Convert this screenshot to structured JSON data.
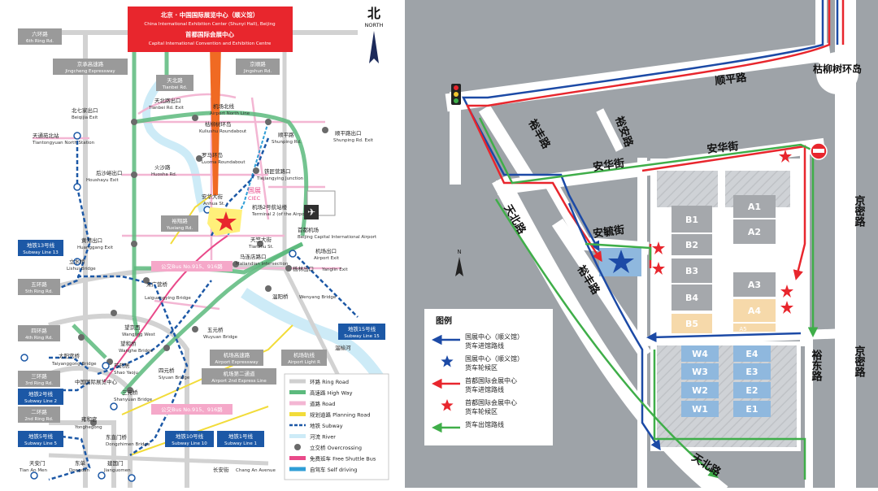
{
  "left_map": {
    "header": {
      "line1": "北京 · 中国国际展览中心（顺义馆）",
      "line2": "China International Exhibition Center (Shunyi Hall), Beijing",
      "line3": "首都国际会展中心",
      "line4": "Capital International Convention and Exhibition Centre"
    },
    "north": {
      "cn": "北",
      "en": "NORTH"
    },
    "ring_tags": [
      {
        "cn": "六环路",
        "en": "6th Ring Rd."
      },
      {
        "cn": "五环路",
        "en": "5th Ring Rd."
      },
      {
        "cn": "四环路",
        "en": "4th Ring Rd."
      },
      {
        "cn": "三环路",
        "en": "3rd Ring Rd."
      },
      {
        "cn": "二环路",
        "en": "2nd Ring Rd."
      }
    ],
    "subway_tags": [
      {
        "cn": "地铁13号线",
        "en": "Subway Line 13"
      },
      {
        "cn": "地铁2号线",
        "en": "Subway Line 2"
      },
      {
        "cn": "地铁5号线",
        "en": "Subway Line 5"
      },
      {
        "cn": "地铁10号线",
        "en": "Subway Line 10"
      },
      {
        "cn": "地铁1号线",
        "en": "Subway Line 1"
      },
      {
        "cn": "地铁15号线",
        "en": "Subway Line 15"
      }
    ],
    "road_tags": [
      {
        "cn": "京承高速路",
        "en": "Jingcheng Expressway"
      },
      {
        "cn": "京顺路",
        "en": "Jingshun Rd."
      },
      {
        "cn": "天北路",
        "en": "Tianbei Rd."
      },
      {
        "cn": "裕翔路",
        "en": "Yuxiang Rd."
      },
      {
        "cn": "机场高速路",
        "en": "Airport Expressway"
      },
      {
        "cn": "机场第二通道",
        "en": "Airport 2nd Express Line"
      },
      {
        "cn": "机场轨线",
        "en": "Airport Light R"
      }
    ],
    "bus_tags": [
      "公交Bus No.915、916路",
      "公交Bus No.915、916路"
    ],
    "places": [
      {
        "cn": "天北路出口",
        "en": "Tianbei Rd. Exit"
      },
      {
        "cn": "北七家出口",
        "en": "Beiqijia Exit"
      },
      {
        "cn": "机场北线",
        "en": "Airport North Line"
      },
      {
        "cn": "枯柳树环岛",
        "en": "Kuliushu Roundabout"
      },
      {
        "cn": "顺平路",
        "en": "Shunping Rd."
      },
      {
        "cn": "顺平路出口",
        "en": "Shunping Rd. Exit"
      },
      {
        "cn": "天通苑北站",
        "en": "Tiantongyuan North Station"
      },
      {
        "cn": "罗马环岛",
        "en": "Luoma Roundabout"
      },
      {
        "cn": "火沙路",
        "en": "Huosha Rd."
      },
      {
        "cn": "后沙峪出口",
        "en": "Houshayu Exit"
      },
      {
        "cn": "铁匠营路口",
        "en": "Tiejiangying Junction"
      },
      {
        "cn": "安华大街",
        "en": "Anhua St."
      },
      {
        "cn": "机场2号航站楼",
        "en": "Terminal 2 (of the Airport)"
      },
      {
        "cn": "首都机场",
        "en": "Beijing Capital International Airport"
      },
      {
        "cn": "黄港出口",
        "en": "Huanggang Exit"
      },
      {
        "cn": "天竺大街",
        "en": "Tianzhu St."
      },
      {
        "cn": "机场出口",
        "en": "Airport Exit"
      },
      {
        "cn": "立水桥",
        "en": "Lishui Bridge"
      },
      {
        "cn": "马连店路口",
        "en": "Maliandian Intersection"
      },
      {
        "cn": "杨林出口",
        "en": "Yanglin Exit"
      },
      {
        "cn": "来广营桥",
        "en": "Laiguangying Bridge"
      },
      {
        "cn": "温阳桥",
        "en": "Wenyang Bridge"
      },
      {
        "cn": "望京西",
        "en": "Wangjing West"
      },
      {
        "cn": "望和桥",
        "en": "Wanghe Bridge"
      },
      {
        "cn": "五元桥",
        "en": "Wuyuan Bridge"
      },
      {
        "cn": "太阳宫桥",
        "en": "Taiyanggong Bridge"
      },
      {
        "cn": "芍药居",
        "en": "Shao Yaoju"
      },
      {
        "cn": "四元桥",
        "en": "Siyuan Bridge"
      },
      {
        "cn": "中国国际展览中心",
        "en": ""
      },
      {
        "cn": "三元桥",
        "en": "Shanyuan Bridge"
      },
      {
        "cn": "雍和宫",
        "en": "Yonghegong"
      },
      {
        "cn": "东直门桥",
        "en": "Dongzhimen Bridge"
      },
      {
        "cn": "天安门",
        "en": "Tian An Men"
      },
      {
        "cn": "东单",
        "en": "Dongdan"
      },
      {
        "cn": "建国门",
        "en": "Jianguomen"
      },
      {
        "cn": "长安街",
        "en": "Chang An Avenue"
      },
      {
        "cn": "温榆河",
        "en": ""
      }
    ],
    "ciec_label": {
      "cn": "国展",
      "en": "CIEC"
    },
    "legend": [
      {
        "cn": "环路",
        "en": "Ring Road",
        "color": "#cfcfcf",
        "kind": "line"
      },
      {
        "cn": "高速路",
        "en": "High Way",
        "color": "#5cba7d",
        "kind": "line"
      },
      {
        "cn": "道路",
        "en": "Road",
        "color": "#f3b6d3",
        "kind": "line"
      },
      {
        "cn": "规划道路",
        "en": "Planning Road",
        "color": "#f2dc3a",
        "kind": "line"
      },
      {
        "cn": "地铁",
        "en": "Subway",
        "color": "#1c58a6",
        "kind": "dash"
      },
      {
        "cn": "河流",
        "en": "River",
        "color": "#cdebf7",
        "kind": "line"
      },
      {
        "cn": "立交桥",
        "en": "Overcrossing",
        "color": "#6a6a6a",
        "kind": "dot"
      },
      {
        "cn": "免费班车",
        "en": "Free Shuttle Bus",
        "color": "#e94a8a",
        "kind": "line"
      },
      {
        "cn": "自驾车",
        "en": "Self driving",
        "color": "#2f9ed6",
        "kind": "line"
      }
    ]
  },
  "right_map": {
    "roads": {
      "shunping": "顺平路",
      "kuliushu": "枯柳树环岛",
      "yufeng_top": "裕丰路",
      "yuan": "裕安路",
      "anhua_left": "安华街",
      "anhua_right": "安华街",
      "jingmi_top": "京密路",
      "tianbei_left": "天北路",
      "anyu": "安毓街",
      "yufeng_mid": "裕丰路",
      "yudong": "裕东路",
      "jingmi_bottom": "京密路",
      "tianbei_bottom": "天北路"
    },
    "halls": {
      "b": [
        "B1",
        "B2",
        "B3",
        "B4",
        "B5"
      ],
      "a": [
        "A1",
        "A2",
        "A3",
        "A4",
        "A5"
      ],
      "w": [
        "W4",
        "W3",
        "W2",
        "W1"
      ],
      "e": [
        "E4",
        "E3",
        "E2",
        "E1"
      ]
    },
    "north": "N",
    "legend_title": "图例",
    "legend_items": [
      {
        "text": "国展中心（顺义馆）货车进馆路线",
        "color": "#1c4aa6",
        "kind": "arrow"
      },
      {
        "text": "国展中心（顺义馆）货车轮候区",
        "color": "#1c4aa6",
        "kind": "star"
      },
      {
        "text": "首都国际会展中心货车进馆路线",
        "color": "#e8262d",
        "kind": "arrow"
      },
      {
        "text": "首都国际会展中心货车轮候区",
        "color": "#e8262d",
        "kind": "star"
      },
      {
        "text": "货车出馆路线",
        "color": "#3fae49",
        "kind": "arrow"
      }
    ]
  }
}
